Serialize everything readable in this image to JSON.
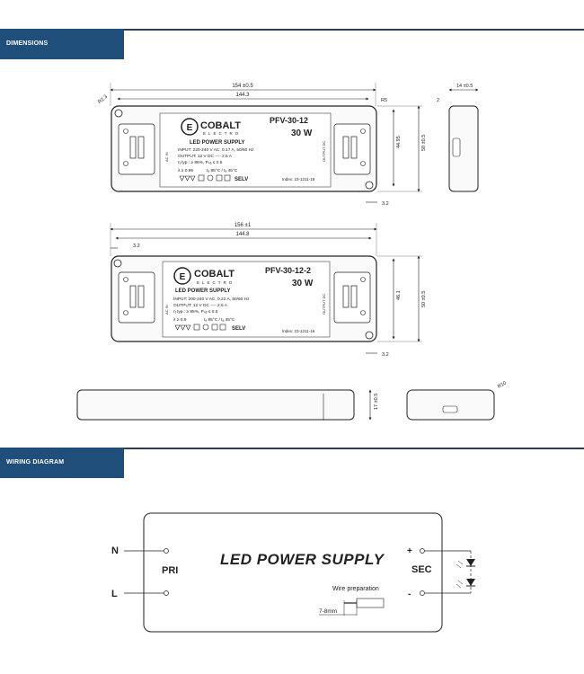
{
  "sections": {
    "dimensions": "DIMENSIONS",
    "wiring": "WIRING DIAGRAM"
  },
  "colors": {
    "accent": "#1f4e7b",
    "rule": "#2d3f55"
  },
  "unit_top": {
    "brand": "COBALT",
    "brand_sub": "ELECTRO",
    "product": "LED POWER SUPPLY",
    "model": "PFV-30-12",
    "power": "30 W",
    "input": "INPUT: 220-240 V AC, 0.17 A, 50/60 Hz",
    "output": "OUTPUT: 12 V DC ---- 2.5 A",
    "eta": "η typ.: ≥ 86%, Pₛᵦ ≤ 0.5",
    "lambda": "λ ≥ 0.95",
    "temp": "tₐ 85°C / tₐ 45°C",
    "selv": "SELV",
    "index": "Index: 23-1211-18",
    "dims": {
      "overall": "154 ±0.5",
      "inner": "144.3",
      "r_left": "R2.3",
      "r_right": "R5",
      "height": "44.95",
      "height_total": "50 ±0.5",
      "side_w": "14 ±0.5",
      "side_d": "2",
      "hole": "3.2"
    }
  },
  "unit_bottom": {
    "brand": "COBALT",
    "brand_sub": "ELECTRO",
    "product": "LED POWER SUPPLY",
    "model": "PFV-30-12-2",
    "power": "30 W",
    "input": "INPUT: 200-240 V AC, 0.22 A, 50/60 Hz",
    "output": "OUTPUT: 12 V DC ---- 2.5 A",
    "eta": "η typ.: ≥ 85%, Pₛᵦ ≤ 0.5",
    "lambda": "λ ≥ 0.9",
    "temp": "tₐ 85°C / tₐ 45°C",
    "selv": "SELV",
    "index": "Index: 23-1211-16",
    "dims": {
      "overall": "156 ±1",
      "inner": "144.8",
      "left": "3.2",
      "height": "46.1",
      "height_total": "50 ±0.5",
      "hole": "3.2"
    }
  },
  "profile": {
    "height": "17 ±0.5",
    "radius": "R10"
  },
  "wiring": {
    "n_label": "N",
    "l_label": "L",
    "pri": "PRI",
    "sec": "SEC",
    "title": "LED POWER SUPPLY",
    "plus": "+",
    "minus": "-",
    "wire_prep": "Wire preparation",
    "strip": "7-8mm"
  }
}
